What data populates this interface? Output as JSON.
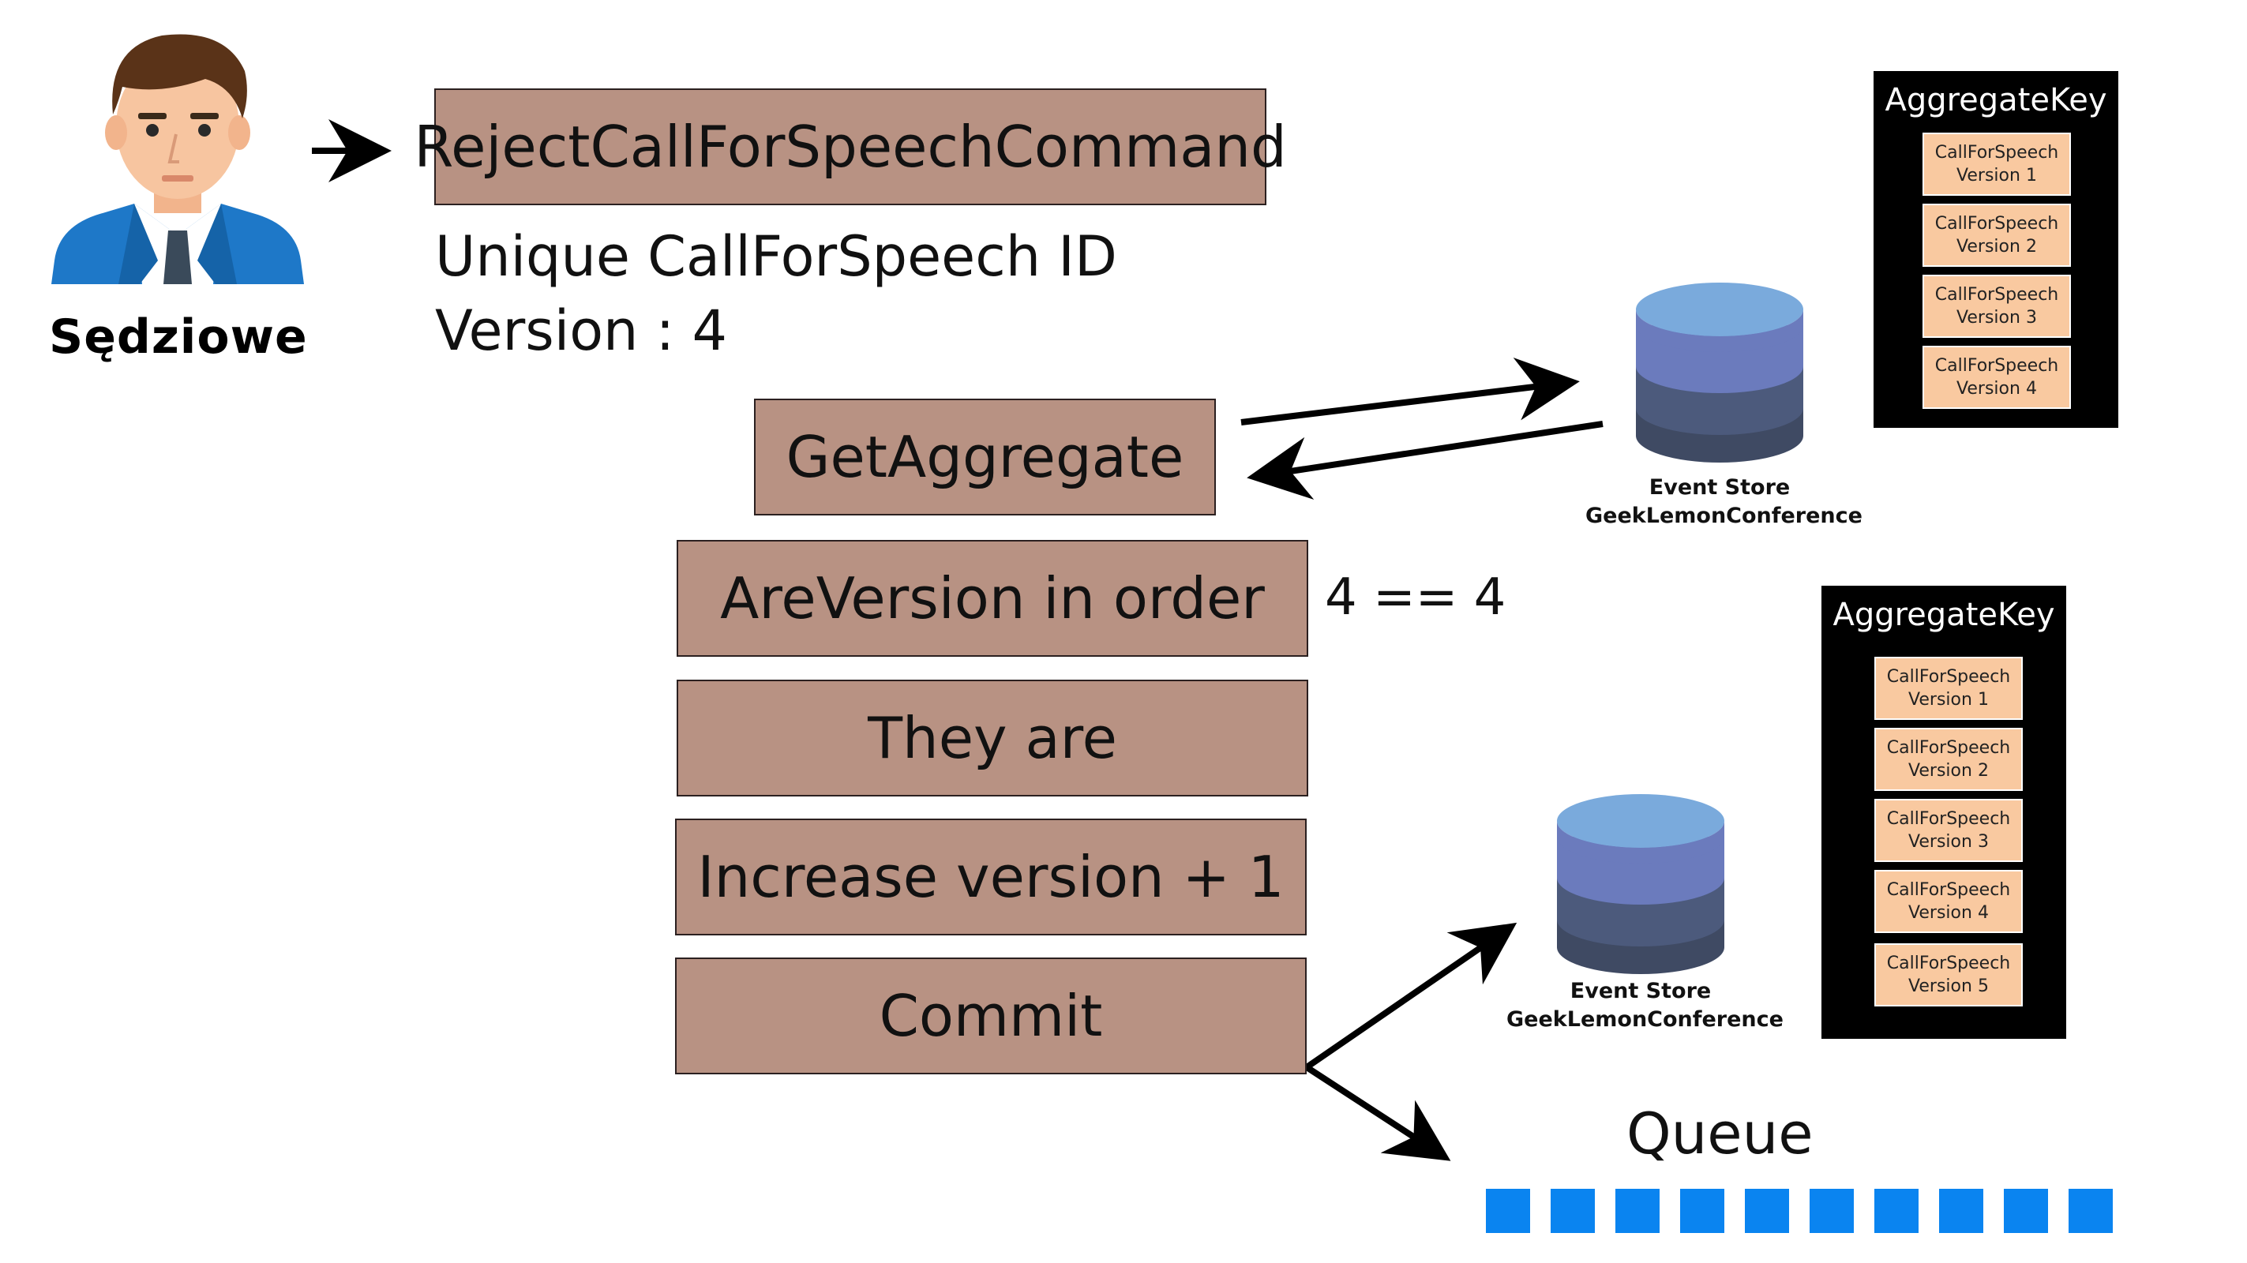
{
  "actor": {
    "name": "Sędziowe"
  },
  "command": {
    "title": "RejectCallForSpeechCommand",
    "line1": "Unique CallForSpeech ID",
    "line2": "Version : 4"
  },
  "steps": {
    "get_aggregate": "GetAggregate",
    "are_version": "AreVersion in order",
    "comparison": "4 == 4",
    "they_are": "They are",
    "increase": "Increase version + 1",
    "commit": "Commit"
  },
  "store_top": {
    "line1": "Event Store",
    "line2": "GeekLemonConference"
  },
  "store_bottom": {
    "line1": "Event Store",
    "line2": "GeekLemonConference"
  },
  "aggregate_top": {
    "title": "AggregateKey",
    "items": [
      {
        "name": "CallForSpeech",
        "version": "Version 1"
      },
      {
        "name": "CallForSpeech",
        "version": "Version 2"
      },
      {
        "name": "CallForSpeech",
        "version": "Version 3"
      },
      {
        "name": "CallForSpeech",
        "version": "Version 4"
      }
    ]
  },
  "aggregate_bottom": {
    "title": "AggregateKey",
    "items": [
      {
        "name": "CallForSpeech",
        "version": "Version 1"
      },
      {
        "name": "CallForSpeech",
        "version": "Version 2"
      },
      {
        "name": "CallForSpeech",
        "version": "Version 3"
      },
      {
        "name": "CallForSpeech",
        "version": "Version 4"
      },
      {
        "name": "CallForSpeech",
        "version": "Version 5"
      }
    ]
  },
  "queue": {
    "label": "Queue",
    "blocks": 10
  },
  "colors": {
    "box": "#b89283",
    "version_box": "#f9c9a0",
    "queue_block": "#0a84f0",
    "db_top": "#7aaadc"
  }
}
